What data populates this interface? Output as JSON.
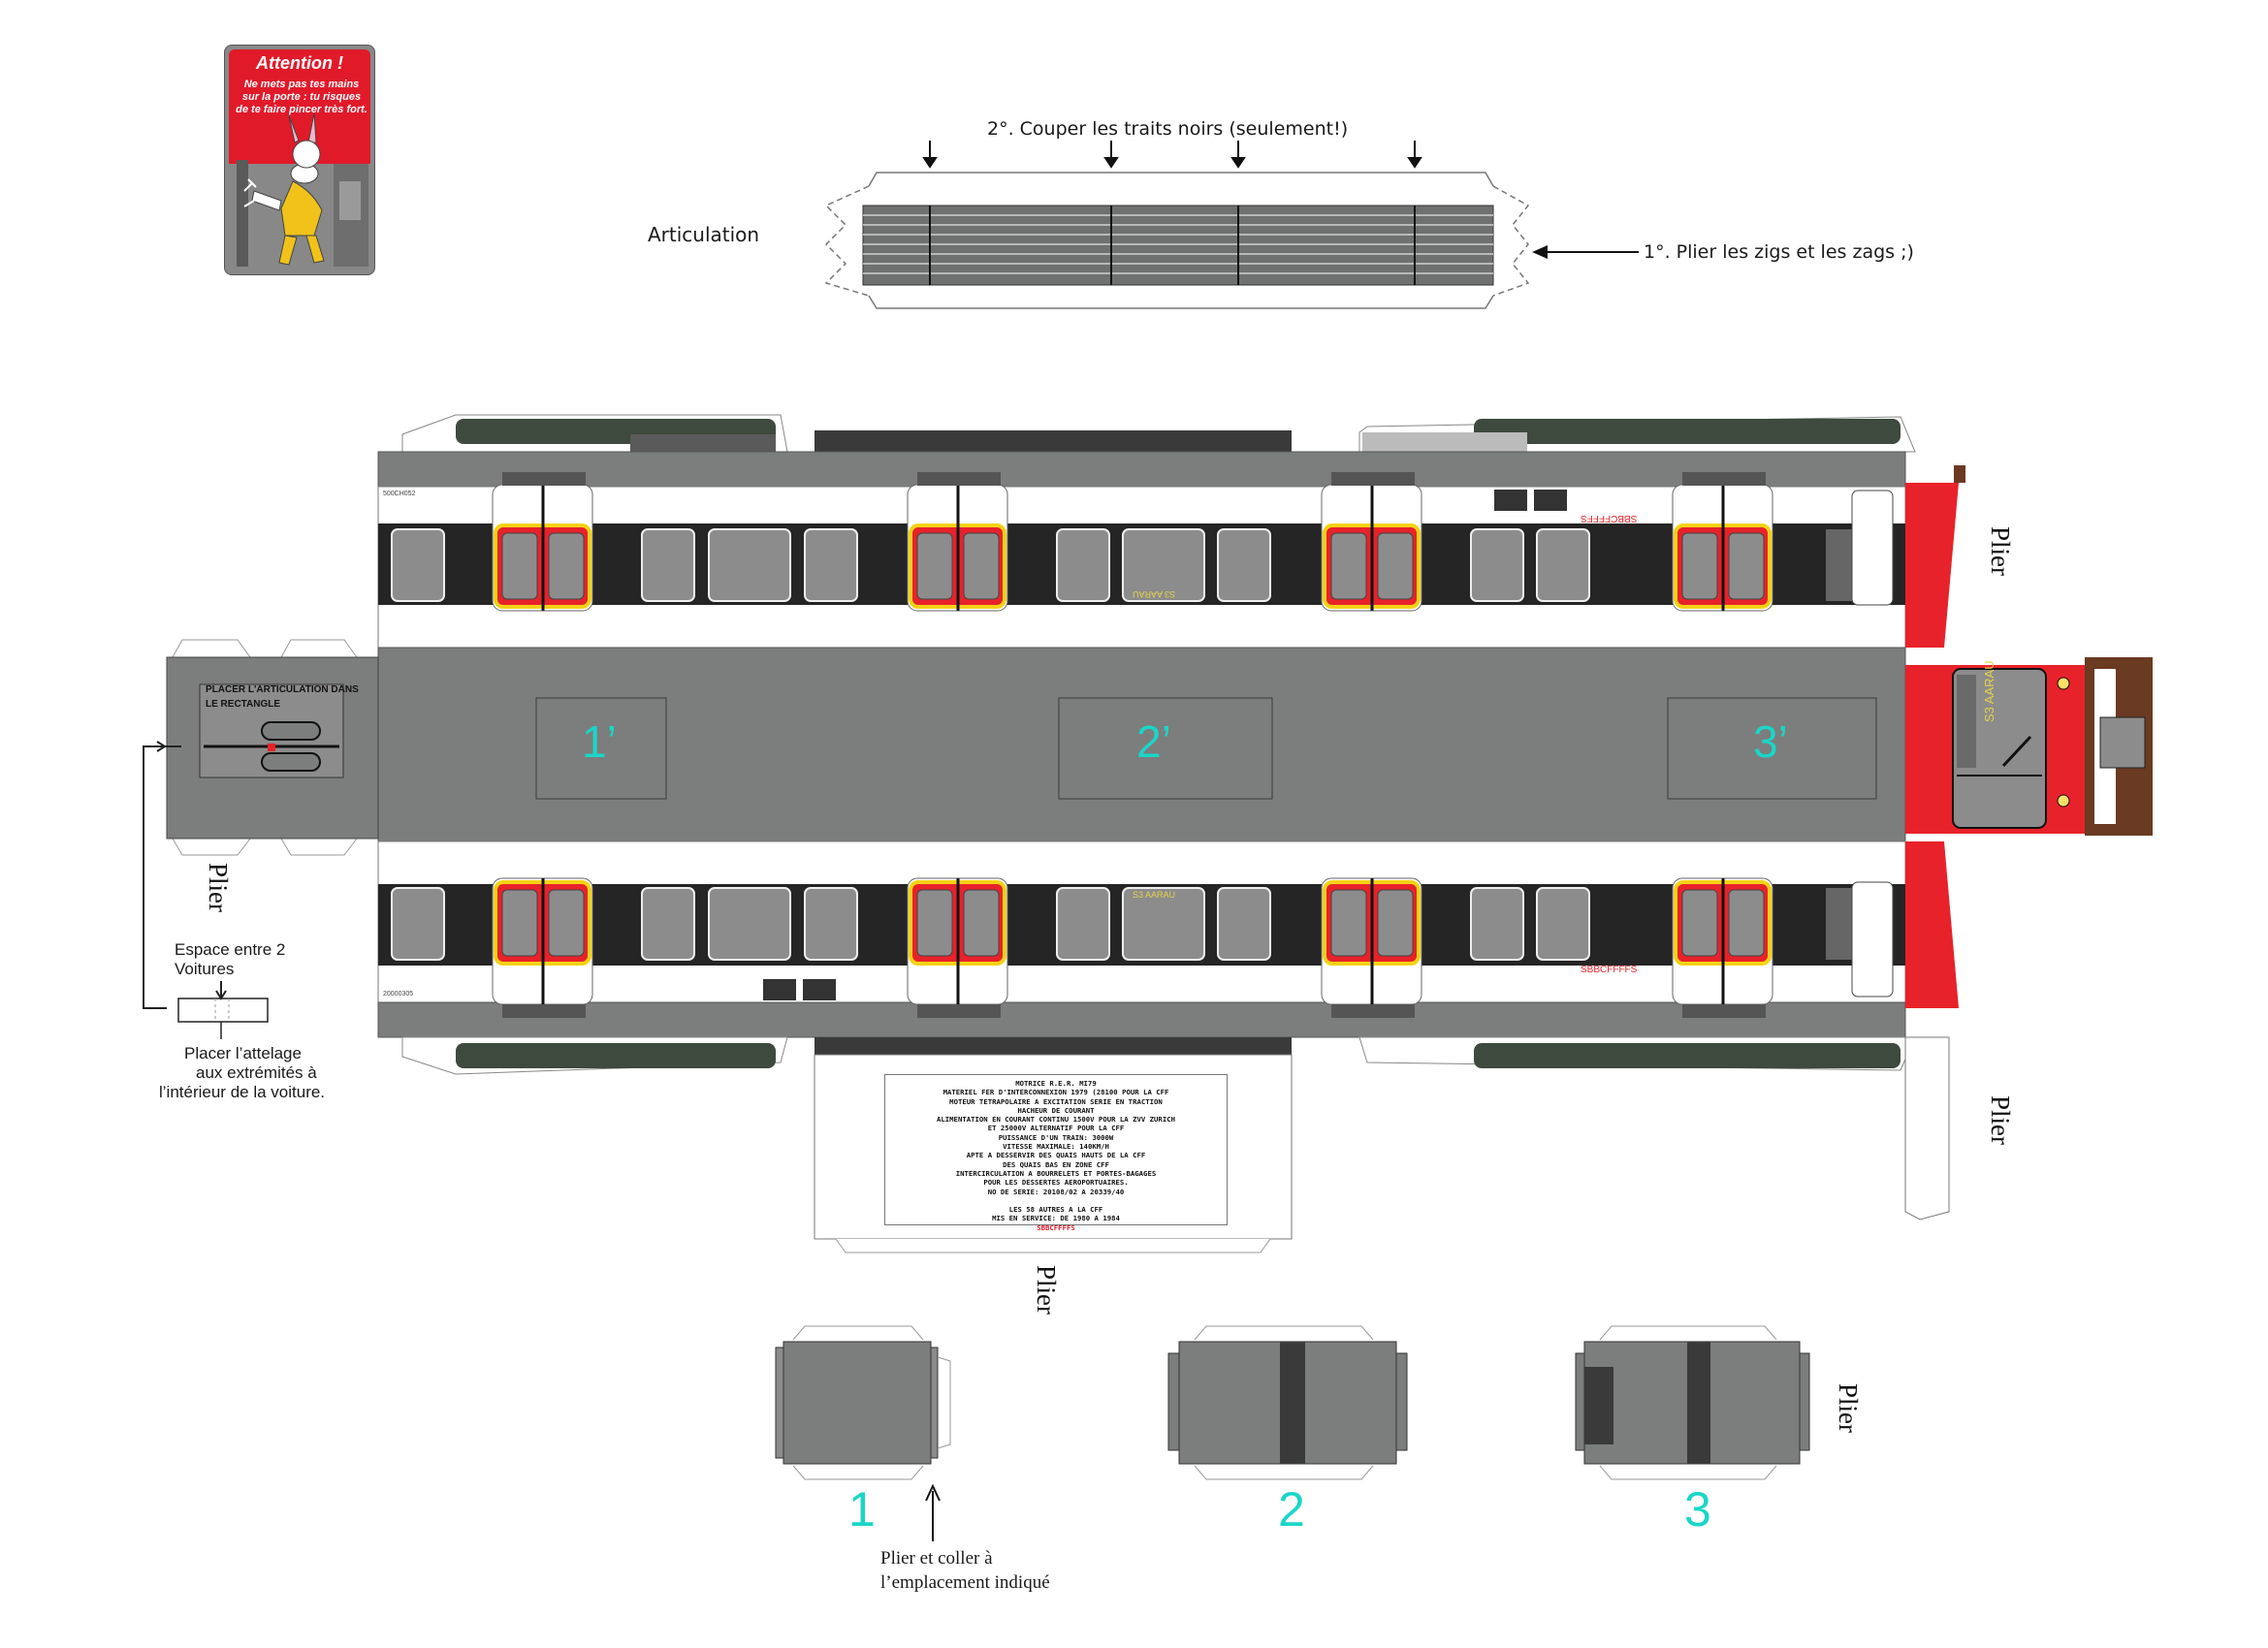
{
  "warning": {
    "title": "Attention !",
    "body": "Ne mets pas tes mains sur la porte : tu risques de te faire pincer très fort."
  },
  "instructions": {
    "step2": "2°. Couper les traits noirs (seulement!)",
    "step1": "1°. Plier les zigs et les zags ;)",
    "articulation": "Articulation"
  },
  "labels": {
    "plier": "Plier",
    "placer_articulation_line1": "PLACER L'ARTICULATION DANS",
    "placer_articulation_line2": "LE RECTANGLE",
    "espace_line1": "Espace entre 2",
    "espace_line2": "Voitures",
    "attelage_line1": "Placer l’attelage",
    "attelage_line2": "aux extrémités à",
    "attelage_line3": "l’intérieur de la voiture.",
    "coller_line1": "Plier et coller à",
    "coller_line2": "l’emplacement indiqué"
  },
  "roof_marks": [
    "1’",
    "2’",
    "3’"
  ],
  "bogie_numbers": [
    "1",
    "2",
    "3"
  ],
  "train": {
    "destination_sign": "S3 AARAU",
    "operator_mark": "SBBCFFFFS",
    "car_number_top": "500CH052",
    "car_number_bottom": "20000305"
  },
  "info_panel": {
    "lines": [
      "MOTRICE R.E.R. MI79",
      "MATERIEL FER D'INTERCONNEXION 1979 (28100 POUR LA CFF",
      "MOTEUR TETRAPOLAIRE A EXCITATION SERIE EN TRACTION",
      "HACHEUR DE COURANT",
      "ALIMENTATION EN COURANT CONTINU 1500V POUR LA ZVV ZURICH",
      "ET 25000V ALTERNATIF POUR LA CFF",
      "PUISSANCE D'UN TRAIN: 3000W",
      "VITESSE MAXIMALE: 140KM/H",
      "APTE A DESSERVIR DES QUAIS HAUTS DE LA CFF",
      "DES QUAIS BAS EN ZONE CFF",
      "INTERCIRCULATION A BOURRELETS ET PORTES-BAGAGES",
      "POUR LES DESSERTES AEROPORTUAIRES.",
      "NO DE SERIE: 20108/02 A 20339/40",
      "",
      "LES 58 AUTRES A LA CFF",
      "MIS EN SERVICE: DE 1980 A 1984"
    ],
    "flag_line": "SBBCFFFFS"
  },
  "colors": {
    "roof_gray": "#7c7d7d",
    "window_band": "#252525",
    "cab_red": "#e8222a",
    "door_yellow": "#f5d215",
    "roof_number": "#1ad6c8"
  }
}
